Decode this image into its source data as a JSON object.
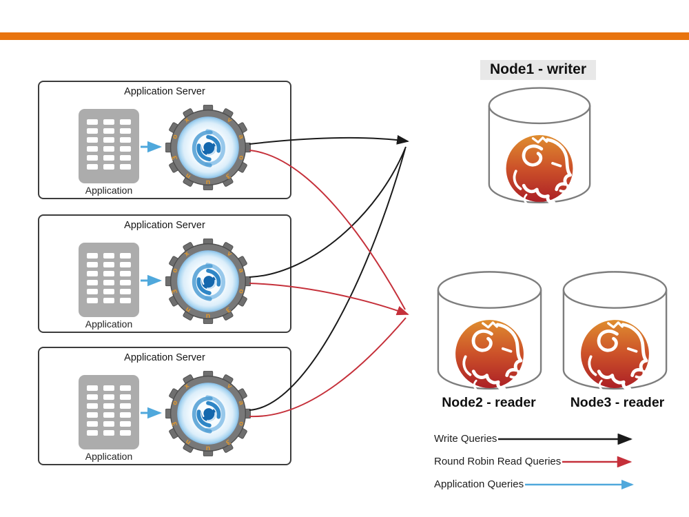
{
  "diagram": {
    "accent_bar_color": "#E8740F",
    "app_servers": [
      {
        "title": "Application Server",
        "app_label": "Application"
      },
      {
        "title": "Application Server",
        "app_label": "Application"
      },
      {
        "title": "Application Server",
        "app_label": "Application"
      }
    ],
    "nodes": [
      {
        "label": "Node1 - writer"
      },
      {
        "label": "Node2 - reader"
      },
      {
        "label": "Node3 - reader"
      }
    ],
    "legend": {
      "items": [
        {
          "label": "Write Queries",
          "color": "#1A1A1A"
        },
        {
          "label": "Round Robin Read Queries",
          "color": "#C5303A"
        },
        {
          "label": "Application Queries",
          "color": "#4FA8DC"
        }
      ]
    },
    "colors": {
      "write_line": "#1A1A1A",
      "read_line": "#C5303A",
      "app_line": "#4FA8DC"
    },
    "icons": {
      "portal": "portal-swirl-icon",
      "application": "application-grid-icon",
      "database": "database-cylinder-bison-icon"
    }
  }
}
